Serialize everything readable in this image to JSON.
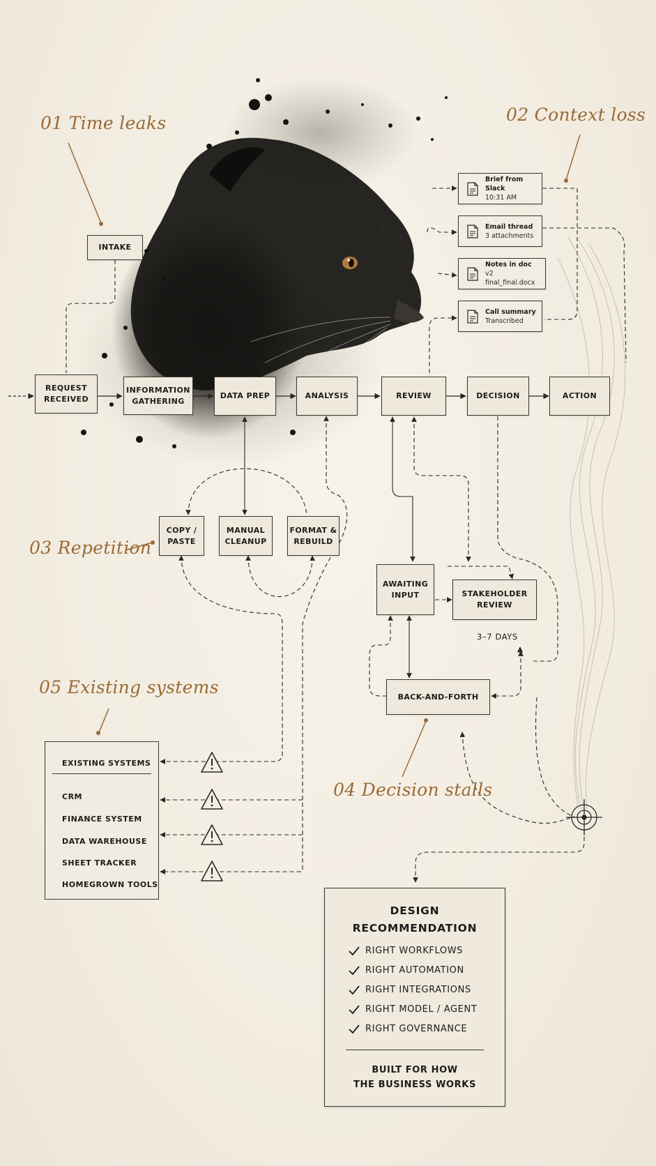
{
  "annotations": {
    "time_leaks": "01  Time leaks",
    "context_loss": "02  Context loss",
    "repetition": "03  Repetition",
    "decision_stalls": "04  Decision stalls",
    "existing_systems": "05  Existing systems"
  },
  "flow": {
    "intake": "INTAKE",
    "request_received": "REQUEST\nRECEIVED",
    "information_gathering": "INFORMATION\nGATHERING",
    "data_prep": "DATA PREP",
    "analysis": "ANALYSIS",
    "review": "REVIEW",
    "decision": "DECISION",
    "action": "ACTION"
  },
  "context_cards": [
    {
      "title": "Brief from Slack",
      "sub": "10:31 AM",
      "icon": "document-icon"
    },
    {
      "title": "Email thread",
      "sub": "3 attachments",
      "icon": "document-icon"
    },
    {
      "title": "Notes in doc",
      "sub": "v2 final_final.docx",
      "icon": "document-icon"
    },
    {
      "title": "Call summary",
      "sub": "Transcribed",
      "icon": "document-icon"
    }
  ],
  "repetition": {
    "copy_paste": "COPY /\nPASTE",
    "manual_cleanup": "MANUAL\nCLEANUP",
    "format_rebuild": "FORMAT &\nREBUILD"
  },
  "stalls": {
    "awaiting_input": "AWAITING\nINPUT",
    "stakeholder_review": "STAKEHOLDER\nREVIEW",
    "duration": "3–7 DAYS",
    "back_and_forth": "BACK-AND-FORTH"
  },
  "systems": {
    "title": "EXISTING SYSTEMS",
    "items": [
      "CRM",
      "FINANCE SYSTEM",
      "DATA WAREHOUSE",
      "SHEET TRACKER",
      "HOMEGROWN TOOLS"
    ]
  },
  "recommendation": {
    "title": "DESIGN\nRECOMMENDATION",
    "items": [
      "RIGHT WORKFLOWS",
      "RIGHT AUTOMATION",
      "RIGHT INTEGRATIONS",
      "RIGHT MODEL / AGENT",
      "RIGHT GOVERNANCE"
    ],
    "footer": "BUILT FOR HOW\nTHE BUSINESS WORKS"
  },
  "colors": {
    "paper": "#f4efe5",
    "ink": "#1e1c19",
    "accent": "#9a6a35"
  },
  "icons": [
    "document-icon",
    "warning-icon",
    "check-icon",
    "target-icon",
    "panther-illustration"
  ]
}
